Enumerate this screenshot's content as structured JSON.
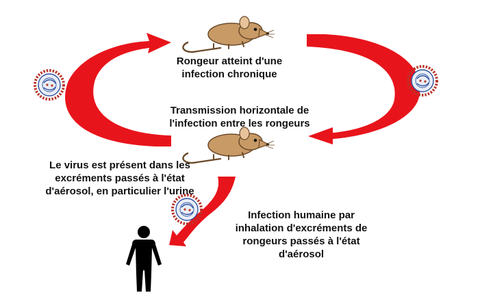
{
  "labels": {
    "top": "Rongeur atteint d'une\ninfection chronique",
    "middle": "Transmission horizontale de\nl'infection entre les rongeurs",
    "left": "Le virus est présent dans les\nexcréments passés à l'état\nd'aérosol, en particulier l'urine",
    "bottom": "Infection humaine par\ninhalation d'excréments de\nrongeurs passés à l'état\nd'aérosol"
  },
  "icons": {
    "rodent": "rodent-icon",
    "virus": "virus-particle-icon",
    "human": "human-figure-icon",
    "arrow": "curved-arrow-icon"
  },
  "colors": {
    "arrow": "#e8141b",
    "text": "#111111",
    "rodent_body": "#c89a66",
    "rodent_dark": "#6b4a2a",
    "virus_ring": "#b8342a",
    "virus_fill": "#e9eef6",
    "human": "#000000"
  }
}
